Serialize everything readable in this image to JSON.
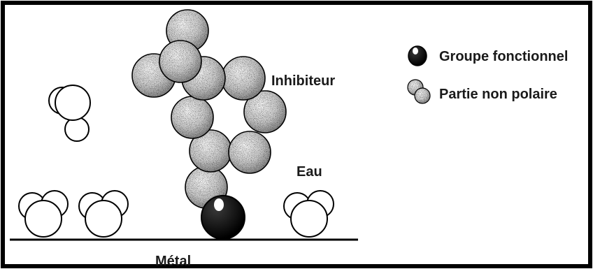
{
  "labels": {
    "inhibitor": "Inhibiteur",
    "water": "Eau",
    "metal": "Métal"
  },
  "legend": {
    "functional_group": "Groupe fonctionnel",
    "nonpolar_part": "Partie non polaire"
  },
  "colors": {
    "frame": "#000000",
    "surface_line": "#000000",
    "stipple_base": "#9a9a9a",
    "functional_group_fill": "#000000",
    "water_fill": "#ffffff"
  },
  "icons": {
    "functional_group": "black-sphere-icon",
    "nonpolar_part": "stippled-sphere-icon",
    "water": "water-molecule-icon"
  }
}
